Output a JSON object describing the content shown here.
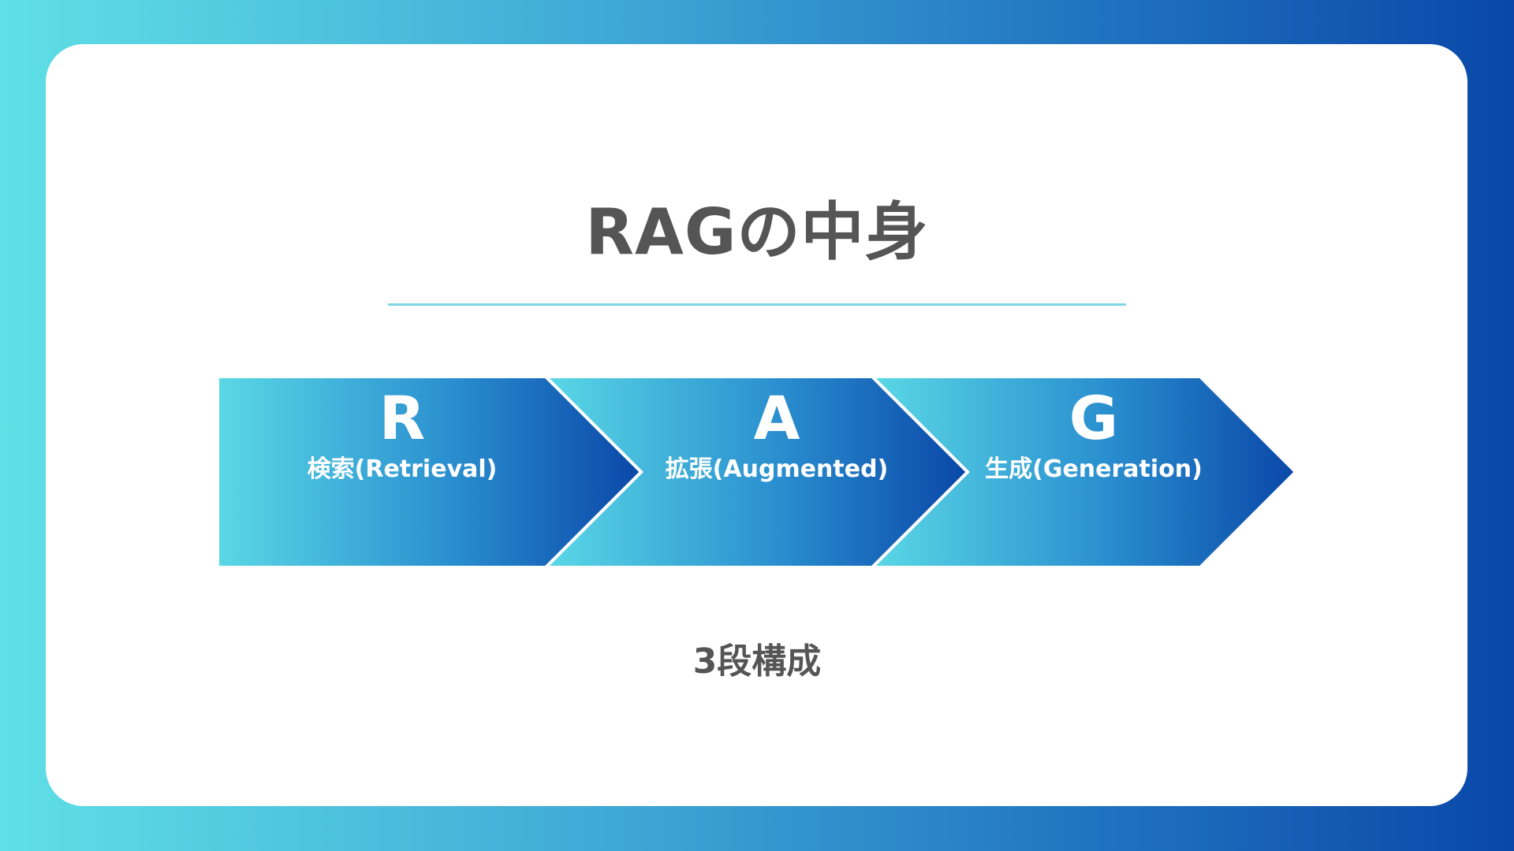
{
  "title": "RAGの中身",
  "stages": [
    {
      "letter": "R",
      "label": "検索(Retrieval)"
    },
    {
      "letter": "A",
      "label": "拡張(Augmented)"
    },
    {
      "letter": "G",
      "label": "生成(Generation)"
    }
  ],
  "subtitle": "3段構成",
  "colors": {
    "chevron_start": "#5ad8e6",
    "chevron_end": "#0a47a8",
    "text_dark": "#555555",
    "divider": "#7fd6e4"
  }
}
